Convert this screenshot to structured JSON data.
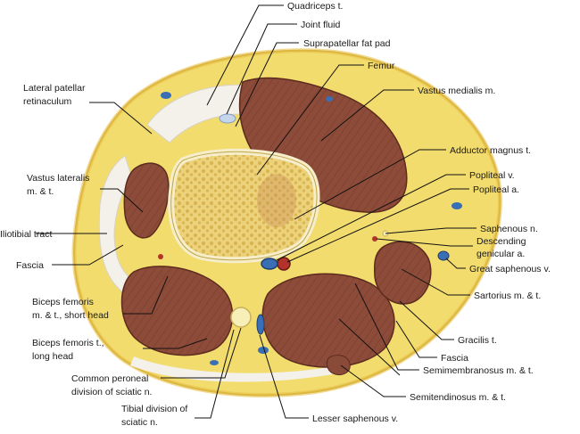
{
  "diagram": {
    "colors": {
      "fat": "#f2dc6e",
      "fat_edge": "#c9a936",
      "muscle": "#8a4a38",
      "muscle_edge": "#5c2b1e",
      "bone": "#e8cf72",
      "fascia": "#f4f1ea",
      "vein": "#3a6fb5",
      "artery": "#b3332b",
      "nerve": "#f6f0b8"
    },
    "labels": {
      "quadriceps": "Quadriceps t.",
      "joint_fluid": "Joint fluid",
      "suprapatellar": "Suprapatellar fat pad",
      "femur": "Femur",
      "vastus_medialis": "Vastus medialis m.",
      "lat_patellar_1": "Lateral patellar",
      "lat_patellar_2": "retinaculum",
      "vastus_lateralis_1": "Vastus lateralis",
      "vastus_lateralis_2": "m. & t.",
      "iliotibial": "Iliotibial tract",
      "fascia_left": "Fascia",
      "biceps_short_1": "Biceps femoris",
      "biceps_short_2": "m. & t., short head",
      "biceps_long_1": "Biceps femoris t.,",
      "biceps_long_2": "long head",
      "peroneal_1": "Common peroneal",
      "peroneal_2": "division of sciatic n.",
      "tibial_1": "Tibial division of",
      "tibial_2": "sciatic n.",
      "lesser_saph": "Lesser saphenous v.",
      "adductor": "Adductor magnus t.",
      "popliteal_v": "Popliteal v.",
      "popliteal_a": "Popliteal a.",
      "saphenous_n": "Saphenous n.",
      "desc_gen_1": "Descending",
      "desc_gen_2": "genicular a.",
      "great_saph": "Great saphenous v.",
      "sartorius": "Sartorius m. & t.",
      "gracilis": "Gracilis t.",
      "fascia_right": "Fascia",
      "semimembranosus": "Semimembranosus m. & t.",
      "semitendinosus": "Semitendinosus m. & t."
    }
  }
}
